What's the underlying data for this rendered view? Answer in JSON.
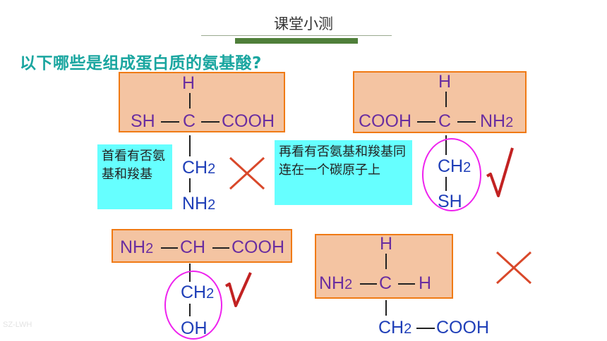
{
  "title": "课堂小测",
  "question": "以下哪些是组成蛋白质的氨基酸?",
  "watermark": "SZ-LWH",
  "notes": {
    "note1": "首看有否氨基和羧基",
    "note2": "再看有否氨基和羧基同连在一个碳原子上"
  },
  "molecule1": {
    "top": "H",
    "left": "SH",
    "center": "C",
    "right": "COOH",
    "chain1": "CH2",
    "chain2": "NH2",
    "verdict": "wrong"
  },
  "molecule2": {
    "top": "H",
    "left": "COOH",
    "center": "C",
    "right": "NH2",
    "chain1": "CH2",
    "chain2": "SH",
    "verdict": "correct"
  },
  "molecule3": {
    "left": "NH2",
    "center": "CH",
    "right": "COOH",
    "chain1": "CH2",
    "chain2": "OH",
    "verdict": "correct"
  },
  "molecule4": {
    "top": "H",
    "left": "NH2",
    "center": "C",
    "right": "H",
    "bottom_left": "CH2",
    "bottom_right": "COOH",
    "verdict": "wrong"
  },
  "colors": {
    "accent": "#1aa6a0",
    "box_fill": "#f4c4a2",
    "box_border": "#f07a14",
    "note_bg": "#66ffff",
    "circle": "#ee22ee",
    "cross": "#d9482a",
    "check": "#c22222"
  }
}
